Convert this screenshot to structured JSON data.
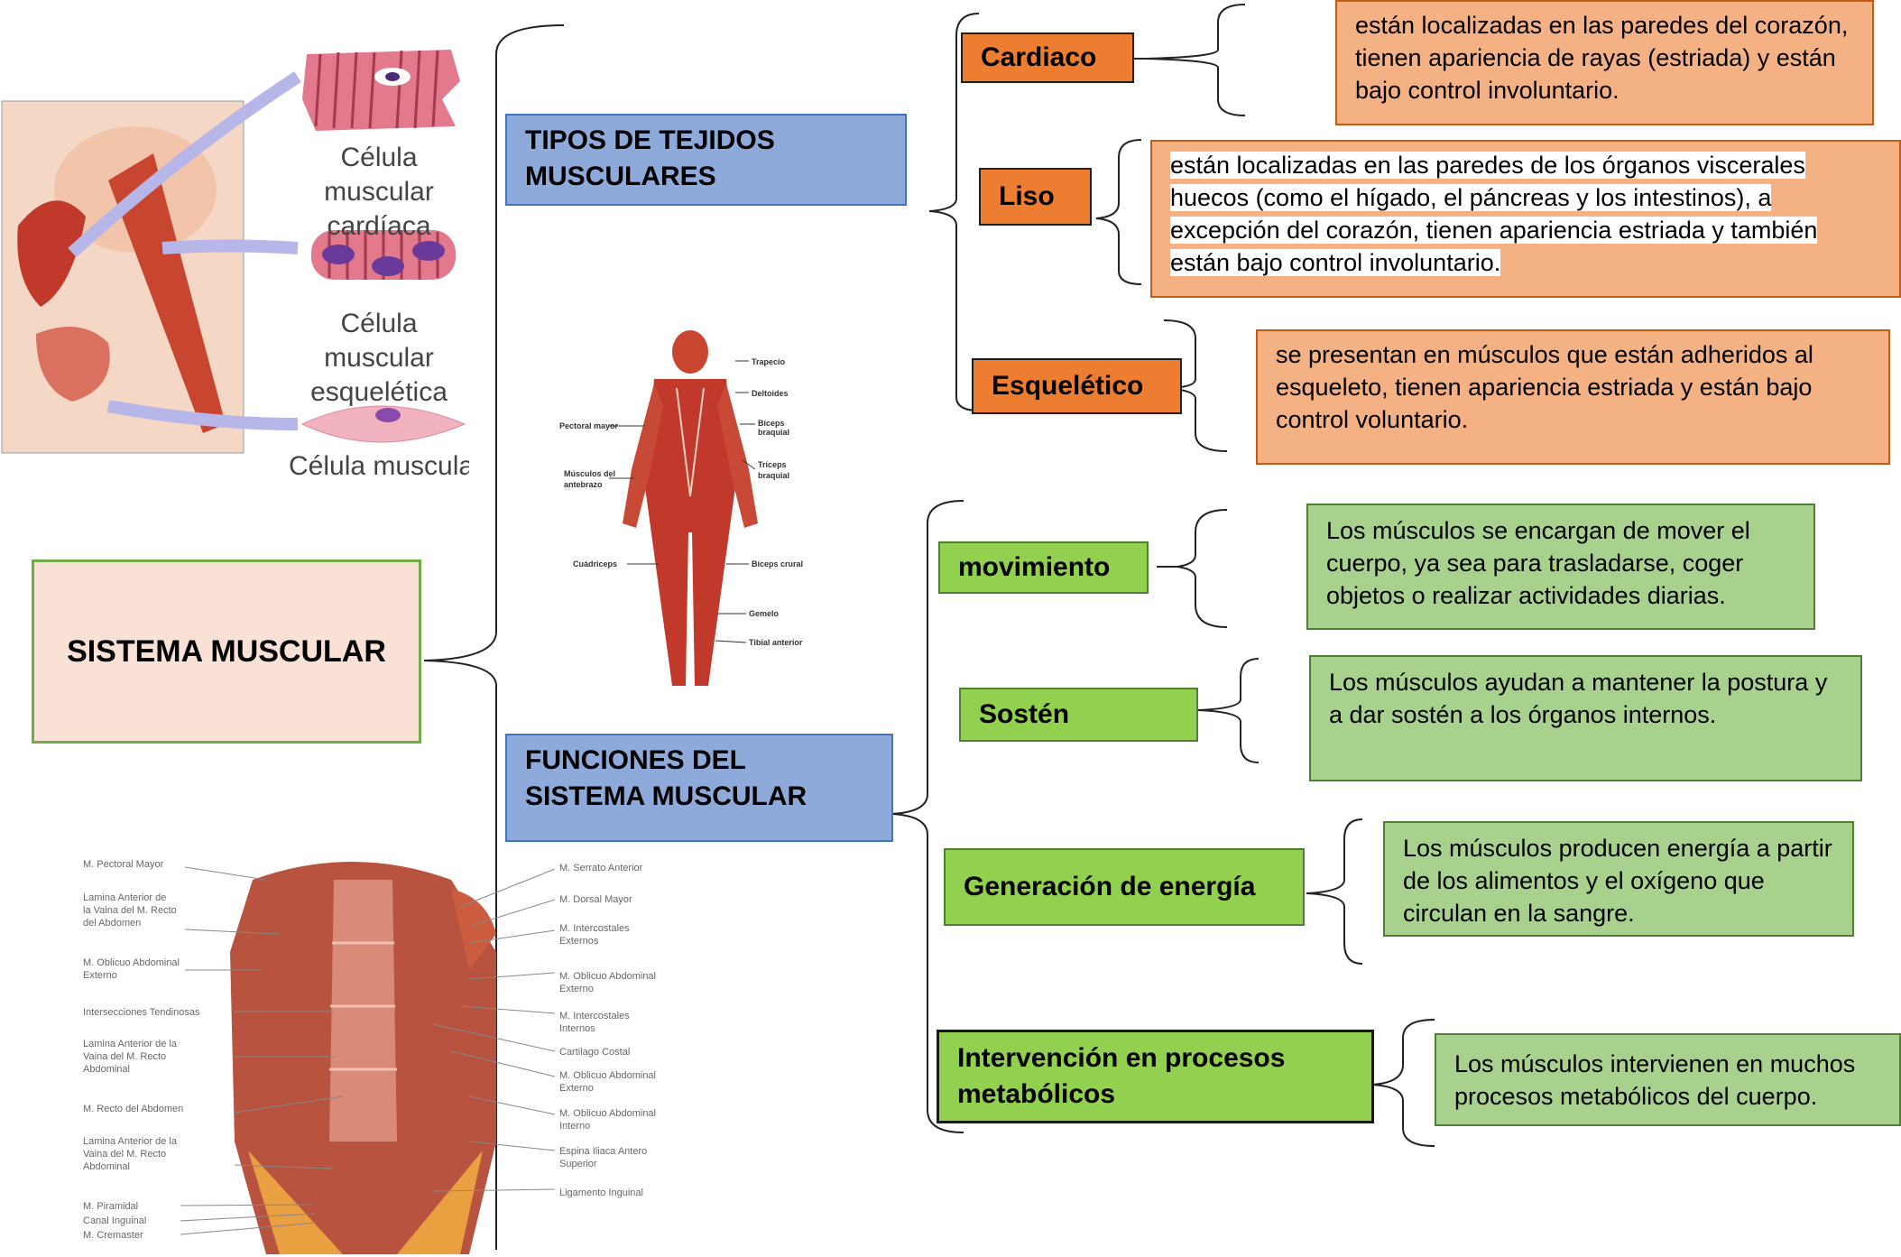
{
  "root": {
    "title": "SISTEMA MUSCULAR"
  },
  "branches": {
    "tipos": "TIPOS DE TEJIDOS MUSCULARES",
    "funciones": "FUNCIONES DEL SISTEMA MUSCULAR"
  },
  "tipos": [
    {
      "label": "Cardiaco",
      "text": "están localizadas en las paredes del corazón, tienen apariencia de rayas (estriada) y están bajo control involuntario."
    },
    {
      "label": "Liso",
      "text": "están localizadas en las paredes de los órganos viscerales huecos (como el hígado, el páncreas y los intestinos), a excepción del corazón, tienen apariencia estriada y también están bajo control involuntario."
    },
    {
      "label": "Esquelético",
      "text": "se presentan en músculos que están adheridos al esqueleto, tienen apariencia estriada y están bajo control voluntario."
    }
  ],
  "funciones": [
    {
      "label": "movimiento",
      "text": "Los músculos se encargan de mover el cuerpo, ya sea para trasladarse, coger objetos o realizar actividades diarias."
    },
    {
      "label": "Sostén",
      "text": "Los músculos ayudan a mantener la postura y a dar sostén a los órganos internos."
    },
    {
      "label": "Generación de energía",
      "text": "Los músculos producen energía a partir de los alimentos y el oxígeno que circulan en la sangre."
    },
    {
      "label": "Intervención en procesos metabólicos",
      "text": "Los músculos intervienen en muchos procesos metabólicos del cuerpo."
    }
  ],
  "illustration_cells": {
    "cardiac": "Célula muscular cardíaca",
    "skeletal": "Célula muscular esquelética",
    "smooth": "Célula muscular l"
  },
  "body_labels": {
    "left": [
      "Pectoral mayor",
      "Músculos del antebrazo",
      "Cuádriceps"
    ],
    "right": [
      "Trapecio",
      "Deltoides",
      "Bíceps braquial",
      "Tríceps braquial",
      "Bíceps crural",
      "Gemelo",
      "Tibial anterior"
    ]
  },
  "abdomen_labels": {
    "left": [
      "M. Pectoral Mayor",
      "Lamina Anterior de la Vaina del M. Recto del Abdomen",
      "M. Oblicuo Abdominal Externo",
      "Intersecciones Tendinosas",
      "Lamina Anterior de la Vaina del M. Recto Abdominal",
      "M. Recto del Abdomen",
      "Lamina Anterior de la Vaina del M. Recto Abdominal",
      "M. Piramidal",
      "Canal Inguinal",
      "M. Cremaster"
    ],
    "right": [
      "M. Serrato Anterior",
      "M. Dorsal Mayor",
      "M. Intercostales Externos",
      "M. Oblicuo Abdominal Externo",
      "M. Intercostales Internos",
      "Cartilago Costal",
      "M. Oblicuo Abdominal Externo",
      "M. Oblicuo Abdominal Interno",
      "Espina Iliaca Antero Superior",
      "Ligamento Inguinal"
    ]
  },
  "colors": {
    "orange": "#ed7d31",
    "orange_light": "#f4b183",
    "green": "#92d050",
    "green_light": "#a9d18e",
    "blue": "#8eaadb",
    "root_fill": "#f9e1d6"
  }
}
